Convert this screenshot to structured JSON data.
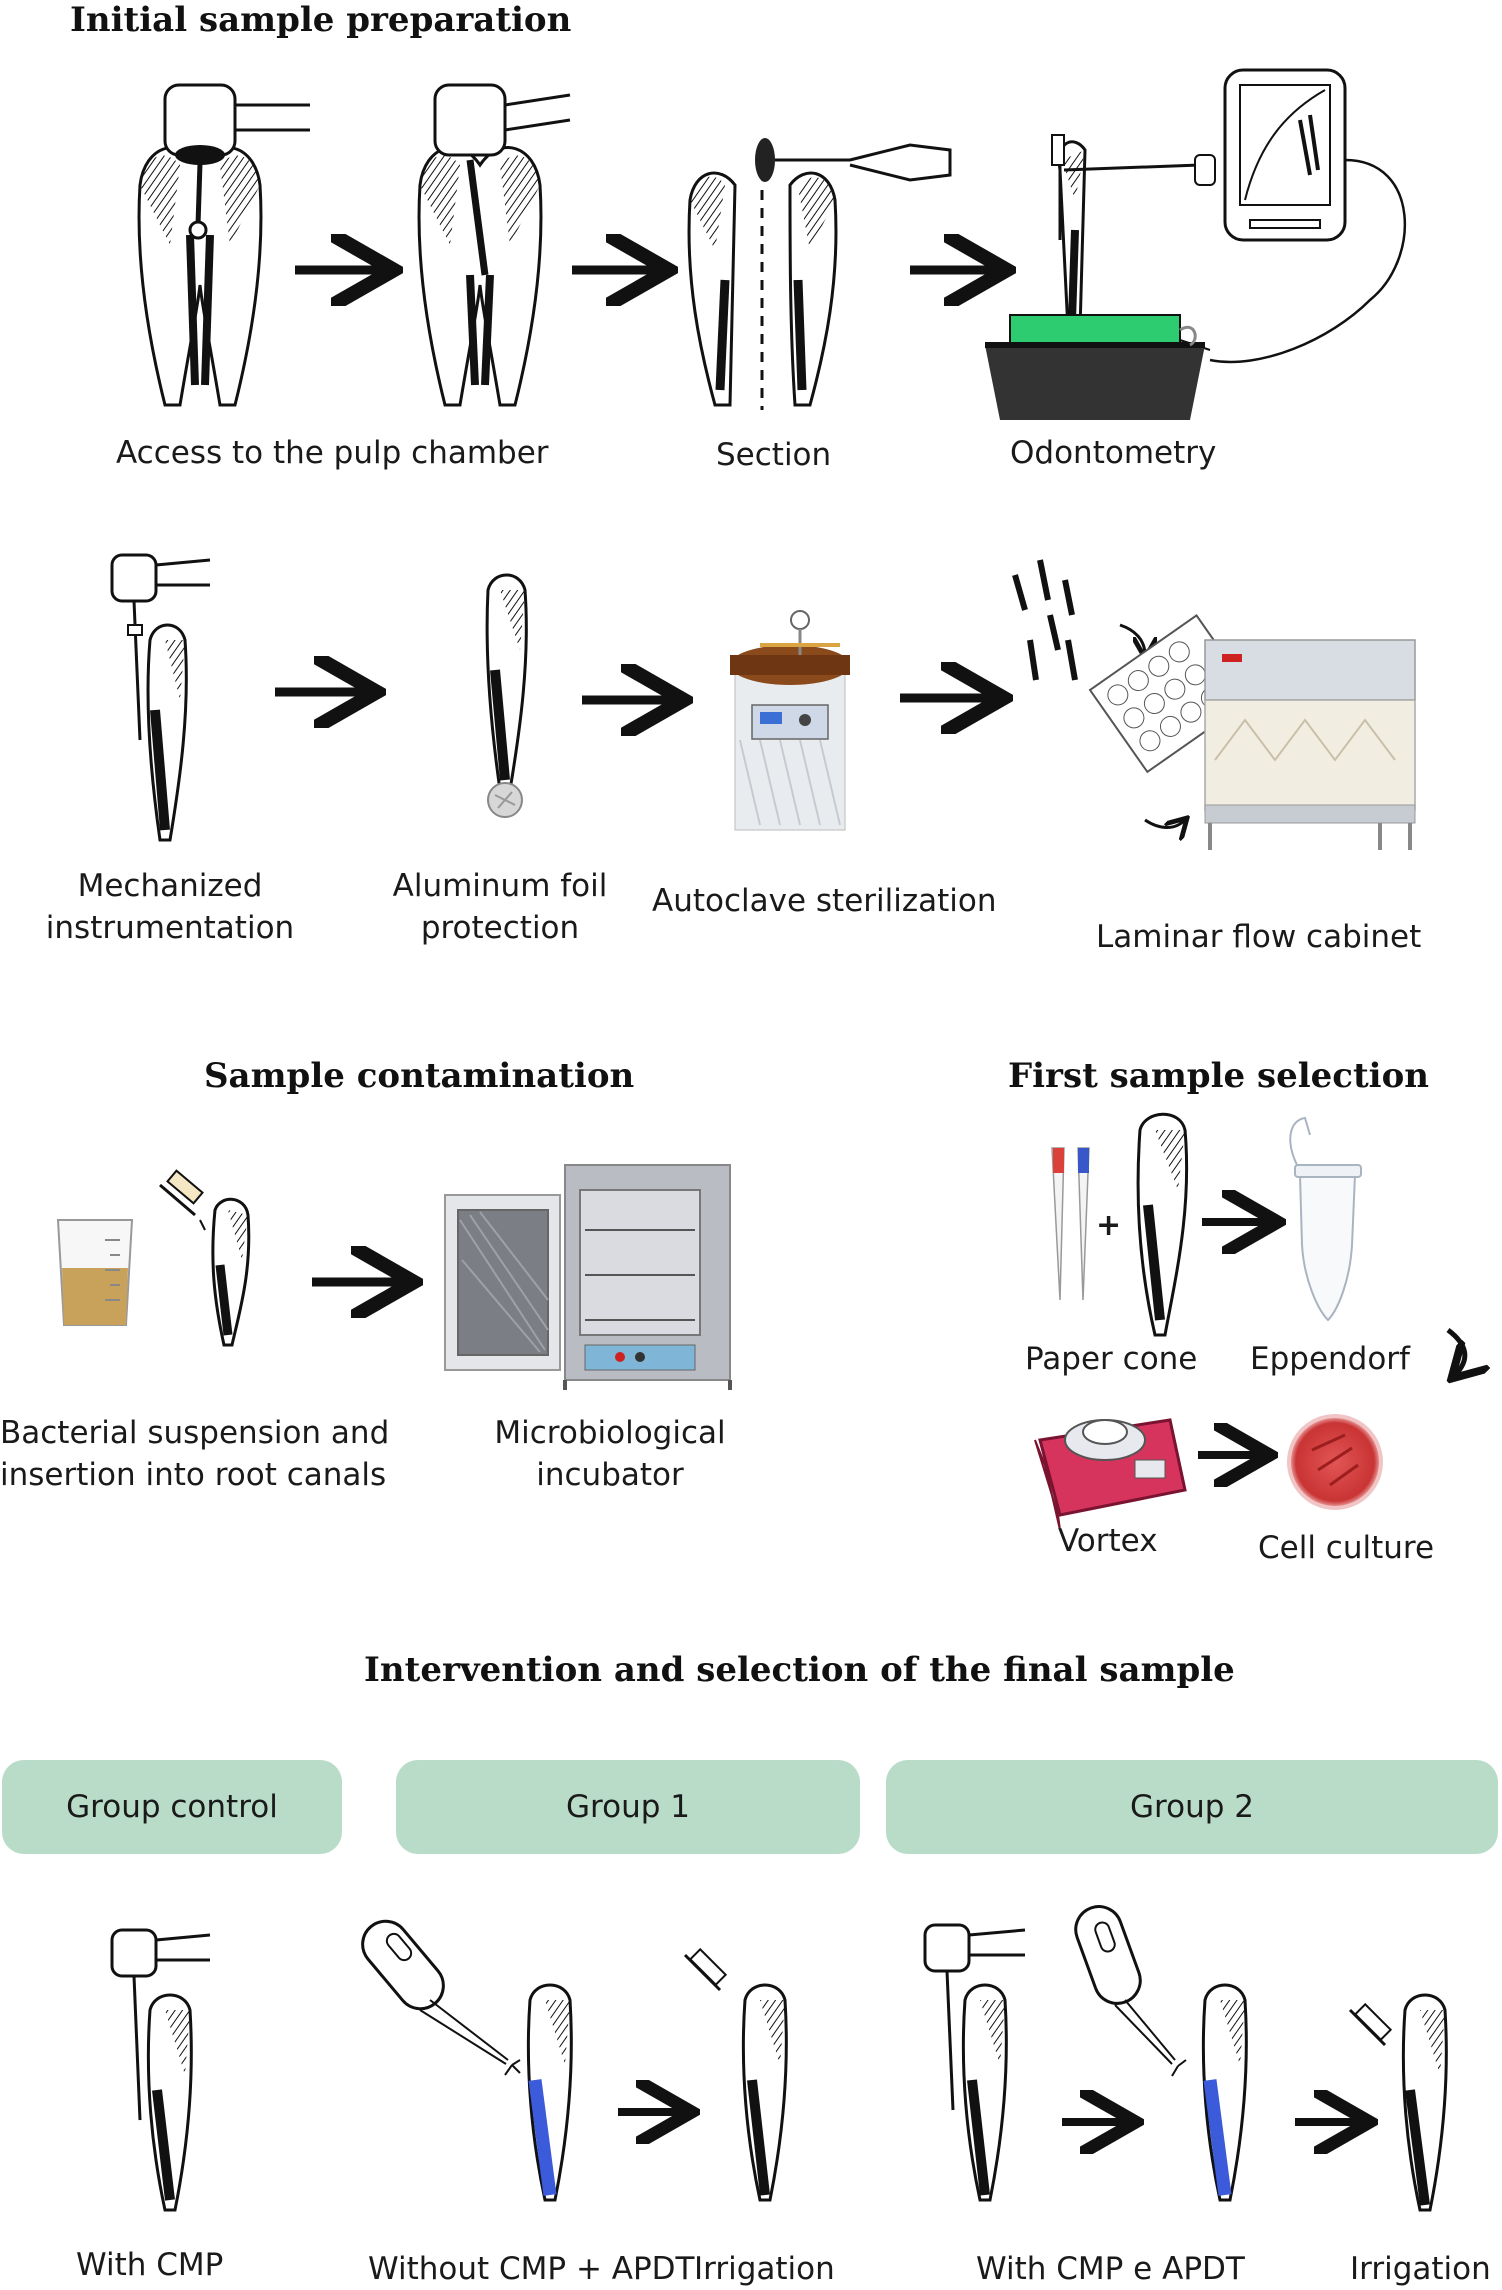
{
  "sections": {
    "initial": "Initial sample preparation",
    "contamination": "Sample  contamination",
    "first_selection": "First sample selection",
    "intervention": "Intervention and selection of the final sample"
  },
  "steps": {
    "access": "Access to the pulp chamber",
    "section": "Section",
    "odontometry": "Odontometry",
    "mechanized_1": "Mechanized",
    "mechanized_2": "instrumentation",
    "foil_1": "Aluminum foil",
    "foil_2": "protection",
    "autoclave": "Autoclave sterilization",
    "laminar": "Laminar flow cabinet",
    "bacterial_1": "Bacterial suspension and",
    "bacterial_2": "insertion into root canals",
    "incubator_1": "Microbiological",
    "incubator_2": "incubator",
    "paper_cone": "Paper cone",
    "eppendorf": "Eppendorf",
    "vortex": "Vortex",
    "cell_culture": "Cell culture"
  },
  "plus_sign": "+",
  "groups": [
    {
      "label": "Group control"
    },
    {
      "label": "Group 1"
    },
    {
      "label": "Group 2"
    }
  ],
  "group_steps": {
    "control_cmp": "With CMP",
    "g1_without": "Without CMP + APDT",
    "g1_irrigation": "Irrigation",
    "g2_with": "With CMP e APDT",
    "g2_irrigation": "Irrigation"
  },
  "colors": {
    "group_box": "#b9dcc9",
    "tray_green": "#2ecc71",
    "tray_dark": "#333333",
    "blue_canal": "#3b5bdb",
    "incubator_grey": "#a9acb3",
    "culture_red": "#e04848",
    "vortex_red": "#d6335d"
  }
}
